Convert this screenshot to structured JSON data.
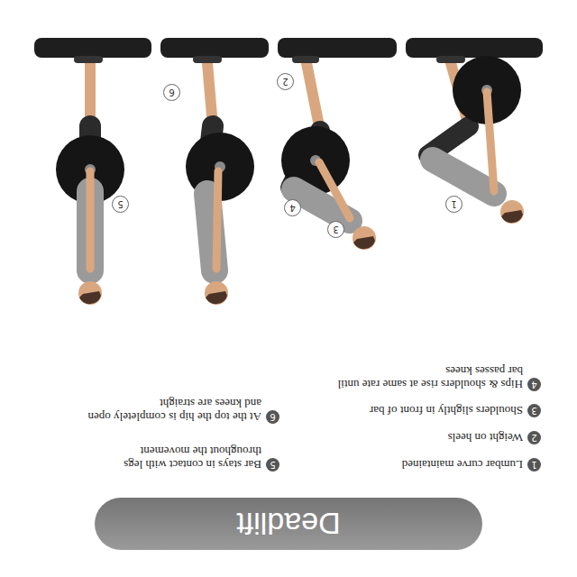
{
  "diagram": {
    "title": "Deadlift",
    "labels": [
      "1",
      "Lumbar curve maintained",
      "2",
      "Weight on heels",
      "3",
      "Shoulders slightly in front of bar",
      "4",
      "Hips & shoulders rise at same rate until bar passes knees",
      "5",
      "Bar stays in contact with legs throughout the movement",
      "6",
      "At the top the hip is completely open and knees are straight",
      "1",
      "2",
      "3",
      "4",
      "6",
      "5"
    ]
  }
}
